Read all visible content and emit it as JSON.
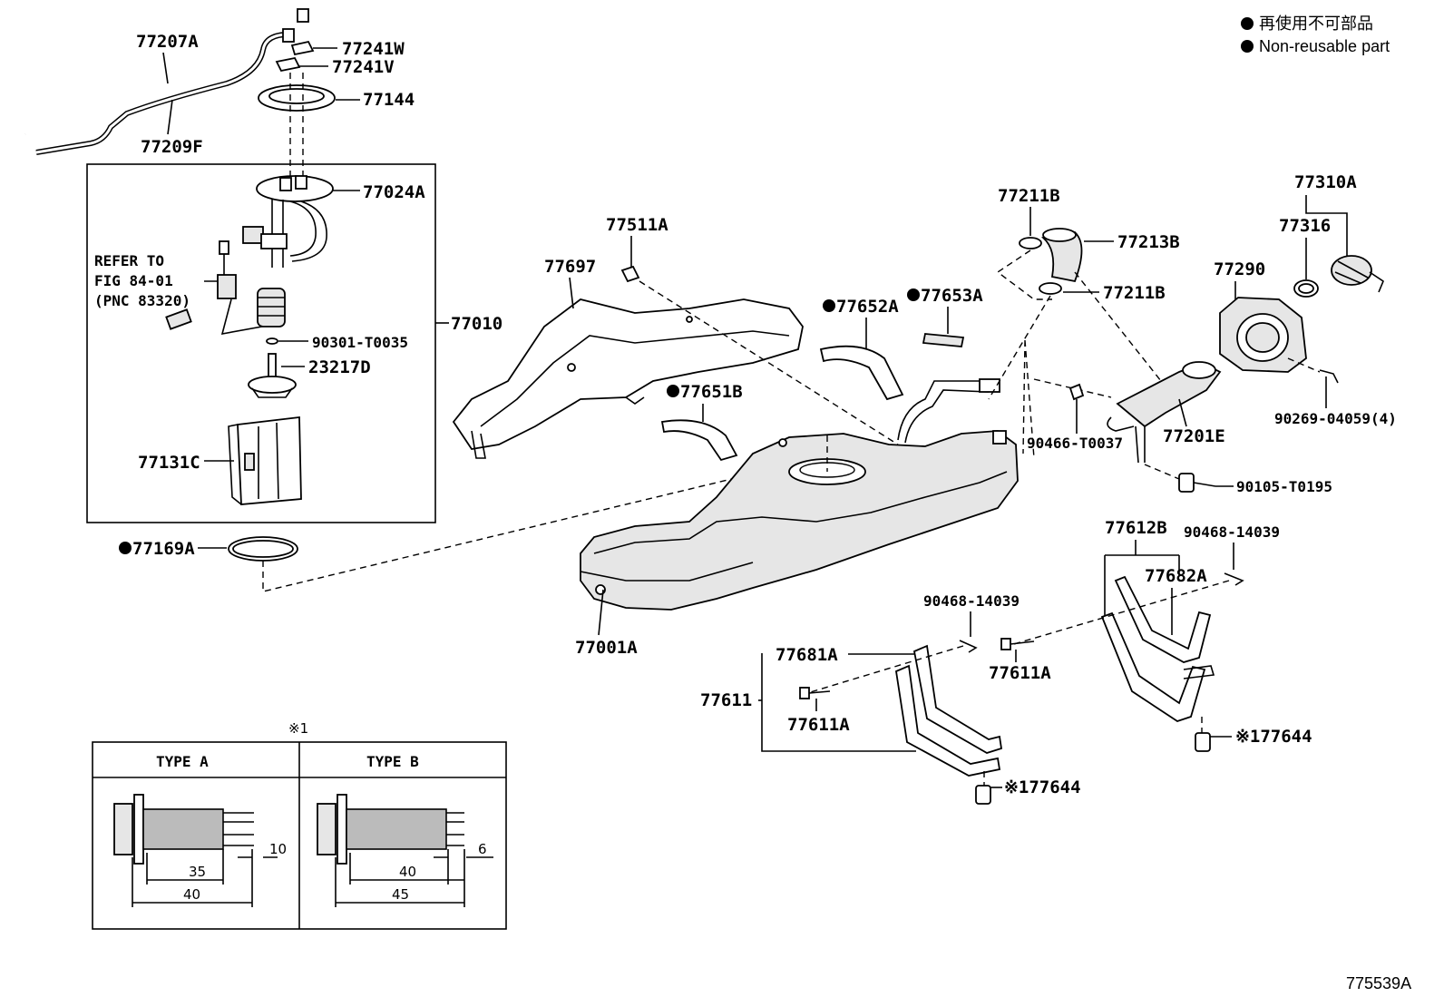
{
  "legend": {
    "dot_label_jp": "再使用不可部品",
    "dot_label_en": "Non-reusable part"
  },
  "refer": {
    "line1": "REFER TO",
    "line2": "FIG 84-01",
    "line3": "(PNC 83320)"
  },
  "parts": {
    "p77207A": "77207A",
    "p77209F": "77209F",
    "p77241W": "77241W",
    "p77241V": "77241V",
    "p77144": "77144",
    "p77024A": "77024A",
    "p77010": "77010",
    "p90301": "90301-T0035",
    "p23217D": "23217D",
    "p77131C": "77131C",
    "p77169A": "77169A",
    "p77511A": "77511A",
    "p77697": "77697",
    "p77652A": "77652A",
    "p77653A": "77653A",
    "p77651B": "77651B",
    "p77211B_a": "77211B",
    "p77213B": "77213B",
    "p77211B_b": "77211B",
    "p77310A": "77310A",
    "p77316": "77316",
    "p77290": "77290",
    "p90269": "90269-04059(4)",
    "p90466": "90466-T0037",
    "p77201E": "77201E",
    "p90105": "90105-T0195",
    "p77612B": "77612B",
    "p90468_a": "90468-14039",
    "p77682A": "77682A",
    "p90468_b": "90468-14039",
    "p77001A": "77001A",
    "p77681A": "77681A",
    "p77611": "77611",
    "p77611A_a": "77611A",
    "p77611A_b": "77611A",
    "p77644_a": "77644",
    "p77644_b": "77644"
  },
  "ref_mark": "※1",
  "type_table": {
    "type_a": "TYPE A",
    "type_b": "TYPE B",
    "a_dim_10": "10",
    "a_dim_35": "35",
    "a_dim_40": "40",
    "b_dim_6": "6",
    "b_dim_40": "40",
    "b_dim_45": "45"
  },
  "figure_id": "775539A",
  "icons": {
    "non_reusable": "filled-dot-icon"
  }
}
